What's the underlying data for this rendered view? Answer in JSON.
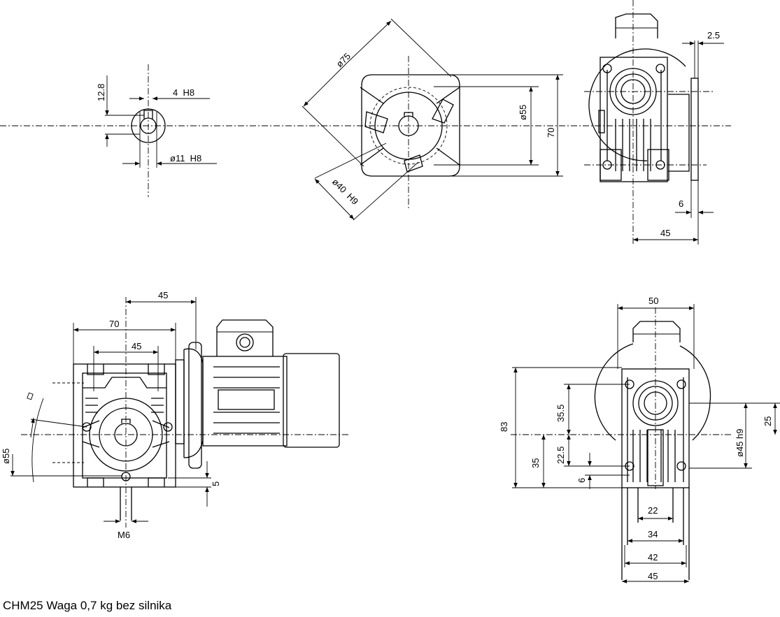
{
  "caption": "CHM25 Waga 0,7 kg bez silnika",
  "dimensions": {
    "shaft_keyway_height": "12.8",
    "shaft_key_width": "4  H8",
    "shaft_diameter": "ø11  H8",
    "flange_diameter": "ø75",
    "flange_spigot": "ø40  H9",
    "flange_pcd": "ø55",
    "flange_square": "70",
    "right_offset": "2.5",
    "right_flange_thickness": "6",
    "right_center_to_face": "45",
    "side_motor_offset": "45",
    "side_width": "70",
    "side_hole_spacing": "45",
    "side_pcd": "ø55",
    "side_foot_height": "5",
    "side_thread": "M6",
    "front_width": "50",
    "front_height": "83",
    "front_upper": "35.5",
    "front_center_height": "35",
    "front_lower": "22.5",
    "front_foot": "6",
    "front_shaft_diameter": "ø45 h9",
    "front_shaft_offset": "25",
    "front_w22": "22",
    "front_w34": "34",
    "front_w42": "42",
    "front_w45": "45"
  }
}
